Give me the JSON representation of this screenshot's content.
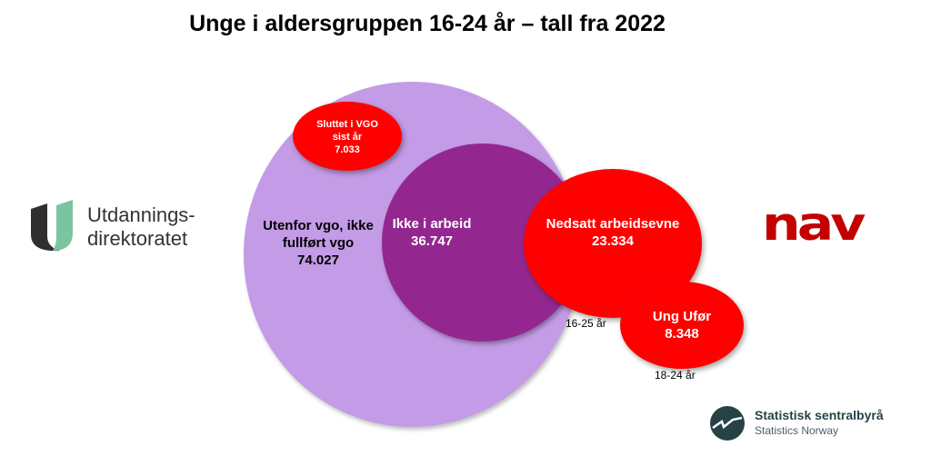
{
  "title": "Unge i aldersgruppen 16-24 år – tall fra 2022",
  "circles": {
    "utenfor": {
      "line1": "Utenfor vgo, ikke",
      "line2": "fullført vgo",
      "value": "74.027",
      "color": "#c39be6"
    },
    "ikke_arbeid": {
      "line1": "Ikke i arbeid",
      "value": "36.747",
      "color": "#93278f"
    },
    "sluttet": {
      "line1": "Sluttet i VGO",
      "line2": "sist år",
      "value": "7.033",
      "color": "#ff0000"
    },
    "nedsatt": {
      "line1": "Nedsatt arbeidsevne",
      "value": "23.334",
      "age": "16-25 år",
      "color": "#ff0000"
    },
    "ung_ufor": {
      "line1": "Ung Ufør",
      "value": "8.348",
      "age": "18-24 år",
      "color": "#ff0000"
    }
  },
  "logos": {
    "udir": {
      "line1": "Utdannings-",
      "line2": "direktoratet"
    },
    "nav": {
      "text": "nav"
    },
    "ssb": {
      "line1": "Statistisk sentralbyrå",
      "line2": "Statistics Norway"
    }
  }
}
